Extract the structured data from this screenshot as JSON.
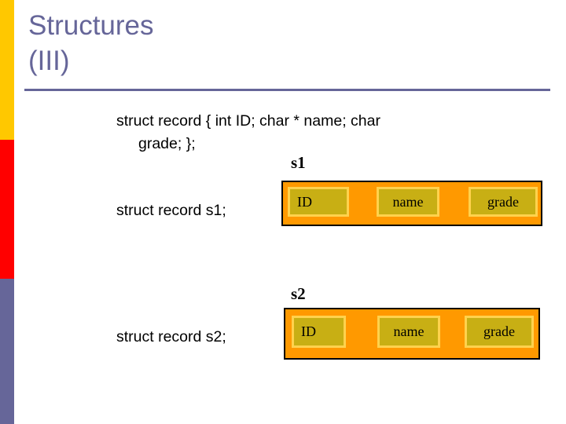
{
  "slide": {
    "title": "Structures\n(III)",
    "title_color": "#666699",
    "background_color": "#ffffff"
  },
  "sidebar": {
    "bands": [
      {
        "name": "gold-band",
        "color": "#FFC800"
      },
      {
        "name": "red-band",
        "color": "#FF0000"
      },
      {
        "name": "purple-band",
        "color": "#666699"
      }
    ]
  },
  "body": {
    "declaration_line1": "struct record { int ID; char * name; char",
    "declaration_line2": "grade; };",
    "variable_s1": "struct record s1;",
    "variable_s2": "struct record s2;"
  },
  "diagrams": [
    {
      "label": "s1",
      "box_color": "#FF9900",
      "field_color": "#C8AF14",
      "field_border_color": "#FFD24D",
      "fields": [
        {
          "name": "ID",
          "align": "left"
        },
        {
          "name": "name",
          "align": "center"
        },
        {
          "name": "grade",
          "align": "center"
        }
      ]
    },
    {
      "label": "s2",
      "box_color": "#FF9900",
      "field_color": "#C8AF14",
      "field_border_color": "#FFD24D",
      "fields": [
        {
          "name": "ID",
          "align": "left"
        },
        {
          "name": "name",
          "align": "center"
        },
        {
          "name": "grade",
          "align": "center"
        }
      ]
    }
  ]
}
